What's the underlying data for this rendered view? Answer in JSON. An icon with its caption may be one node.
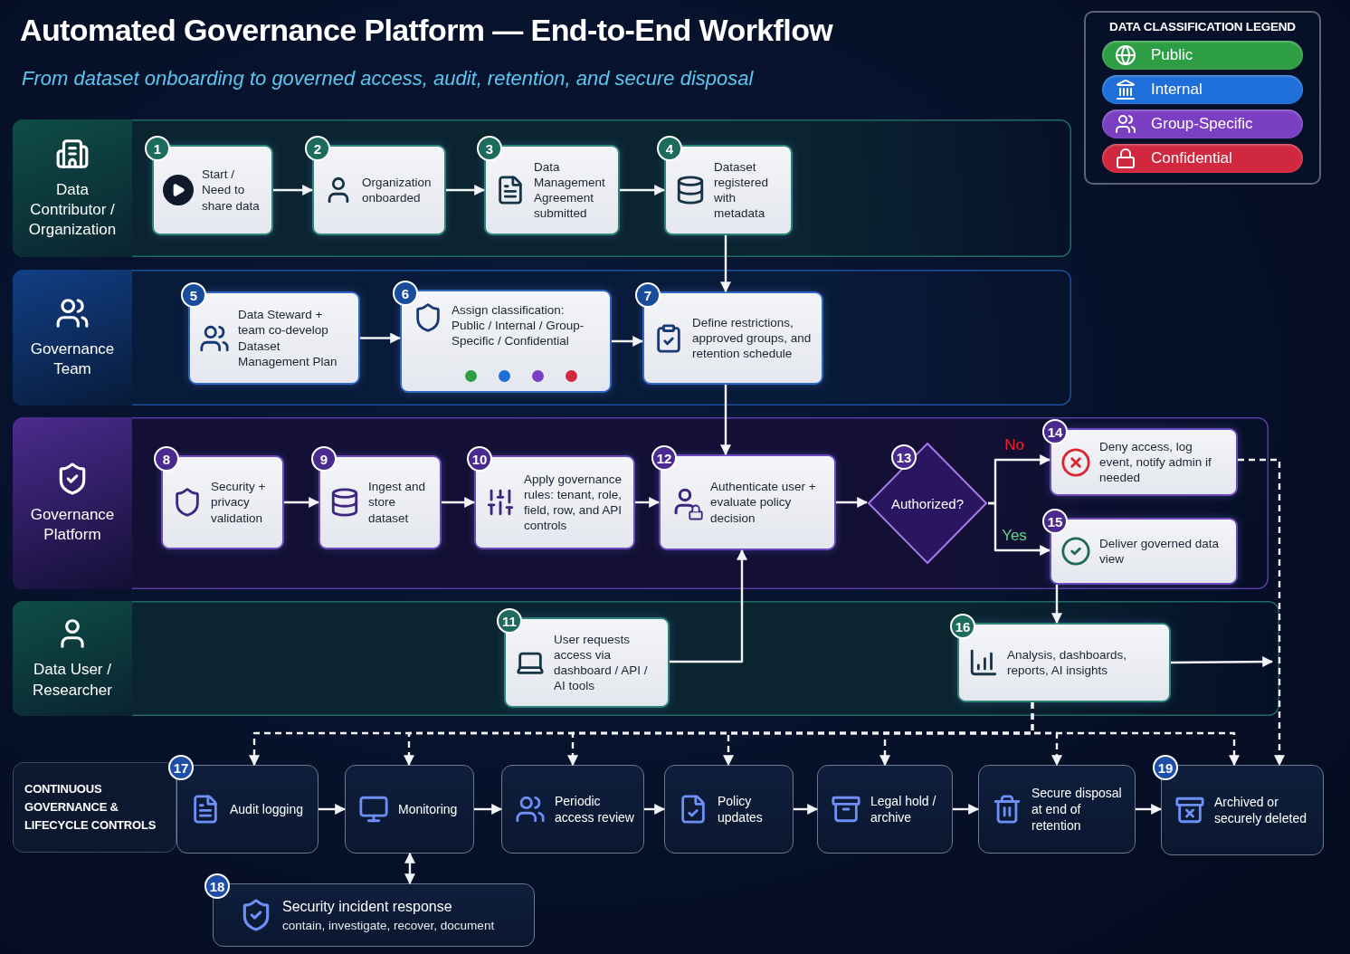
{
  "diagram": {
    "title": "Automated Governance Platform — End-to-End Workflow",
    "nodes": [
      {
        "text": [
          "Data Contributor / Organization"
        ]
      },
      {
        "text": [
          "1",
          "Start / Need to share data"
        ],
        "in": 0
      },
      {
        "text": [
          "2",
          "Organization onboarded"
        ],
        "in": 0
      },
      {
        "text": [
          "3",
          "Data Management Agreement submitted"
        ],
        "in": 0
      },
      {
        "text": [
          "4",
          "Dataset registered with metadata"
        ],
        "in": 0
      },
      {
        "text": [
          "Governance Team"
        ]
      },
      {
        "text": [
          "5",
          "Data Steward + team co-develop Dataset Management Plan"
        ],
        "in": 5
      },
      {
        "text": [
          "6",
          "Assign classification: Public / Internal / Group-Specific / Confidential"
        ],
        "in": 5
      },
      {
        "text": [
          "7",
          "Define restrictions, approved groups, and retention schedule"
        ],
        "in": 5
      },
      {
        "text": [
          "Governance Platform"
        ]
      },
      {
        "text": [
          "8",
          "Security + privacy validation"
        ],
        "in": 9
      },
      {
        "text": [
          "9",
          "Ingest and store dataset"
        ],
        "in": 9
      },
      {
        "text": [
          "10",
          "Apply governance rules: tenant, role, field, row, and API controls"
        ],
        "in": 9
      },
      {
        "text": [
          "12",
          "Authenticate user + evaluate policy decision"
        ],
        "in": 9
      },
      {
        "text": [
          "13",
          "Authorized?"
        ],
        "in": 9
      },
      {
        "text": [
          "14",
          "Deny access, log event, notify admin if needed"
        ],
        "in": 9
      },
      {
        "text": [
          "15",
          "Deliver governed data view"
        ],
        "in": 9
      },
      {
        "text": [
          "Data User / Researcher"
        ]
      },
      {
        "text": [
          "11",
          "User requests access via dashboard / API / AI tools"
        ],
        "in": 17
      },
      {
        "text": [
          "16",
          "Analysis, dashboards, reports, AI insights"
        ],
        "in": 17
      },
      {
        "text": [
          "CONTINUOUS GOVERNANCE & LIFECYCLE CONTROLS"
        ]
      },
      {
        "text": [
          "17",
          "Audit logging"
        ]
      },
      {
        "text": [
          "Monitoring"
        ]
      },
      {
        "text": [
          "Periodic access review"
        ]
      },
      {
        "text": [
          "Policy updates"
        ]
      },
      {
        "text": [
          "Legal hold / archive"
        ]
      },
      {
        "text": [
          "Secure disposal at end of retention"
        ]
      },
      {
        "text": [
          "19",
          "Archived or securely deleted"
        ]
      },
      {
        "text": [
          "18",
          "Security incident response",
          "contain, investigate, recover, document"
        ]
      }
    ],
    "edges": [
      {
        "from": 1,
        "to": 2,
        "arrow": "to"
      },
      {
        "from": 2,
        "to": 3,
        "arrow": "to"
      },
      {
        "from": 3,
        "to": 4,
        "arrow": "to"
      },
      {
        "from": 4,
        "to": 8,
        "arrow": "to"
      },
      {
        "from": 6,
        "to": 7,
        "arrow": "to"
      },
      {
        "from": 7,
        "to": 8,
        "arrow": "to"
      },
      {
        "from": 8,
        "to": 13,
        "arrow": "to"
      },
      {
        "from": 10,
        "to": 11,
        "arrow": "to"
      },
      {
        "from": 11,
        "to": 12,
        "arrow": "to"
      },
      {
        "from": 12,
        "to": 13,
        "arrow": "to"
      },
      {
        "from": 18,
        "to": 13,
        "arrow": "to"
      },
      {
        "from": 13,
        "to": 14,
        "arrow": "to"
      },
      {
        "from": 14,
        "to": 15,
        "arrow": "to",
        "label": "No"
      },
      {
        "from": 14,
        "to": 16,
        "arrow": "to",
        "label": "Yes"
      },
      {
        "from": 16,
        "to": 19,
        "arrow": "to"
      },
      {
        "from": 19,
        "to": null,
        "arrow": "to"
      },
      {
        "from": 15,
        "to": 27,
        "arrow": "to",
        "style": "dashed"
      },
      {
        "from": 19,
        "to": 21,
        "arrow": "to",
        "style": "dashed"
      },
      {
        "from": 19,
        "to": 22,
        "arrow": "to",
        "style": "dashed"
      },
      {
        "from": 19,
        "to": 23,
        "arrow": "to",
        "style": "dashed"
      },
      {
        "from": 19,
        "to": 24,
        "arrow": "to",
        "style": "dashed"
      },
      {
        "from": 19,
        "to": 25,
        "arrow": "to",
        "style": "dashed"
      },
      {
        "from": 19,
        "to": 26,
        "arrow": "to",
        "style": "dashed"
      },
      {
        "from": 19,
        "to": 27,
        "arrow": "to",
        "style": "dashed"
      },
      {
        "from": 21,
        "to": 22,
        "arrow": "to"
      },
      {
        "from": 22,
        "to": 23,
        "arrow": "to"
      },
      {
        "from": 23,
        "to": 24,
        "arrow": "to"
      },
      {
        "from": 24,
        "to": 25,
        "arrow": "to"
      },
      {
        "from": 25,
        "to": 26,
        "arrow": "to"
      },
      {
        "from": 26,
        "to": 27,
        "arrow": "to"
      },
      {
        "from": 22,
        "to": 28,
        "arrow": "both"
      }
    ],
    "labels": [
      "From dataset onboarding to governed access, audit, retention, and secure disposal",
      "DATA CLASSIFICATION LEGEND"
    ],
    "legend": [
      {
        "text": "Public",
        "color": "#2e9e44"
      },
      {
        "text": "Internal",
        "color": "#1e6fd9"
      },
      {
        "text": "Group-Specific",
        "color": "#7b3fc4"
      },
      {
        "text": "Confidential",
        "color": "#d0283e"
      }
    ]
  }
}
